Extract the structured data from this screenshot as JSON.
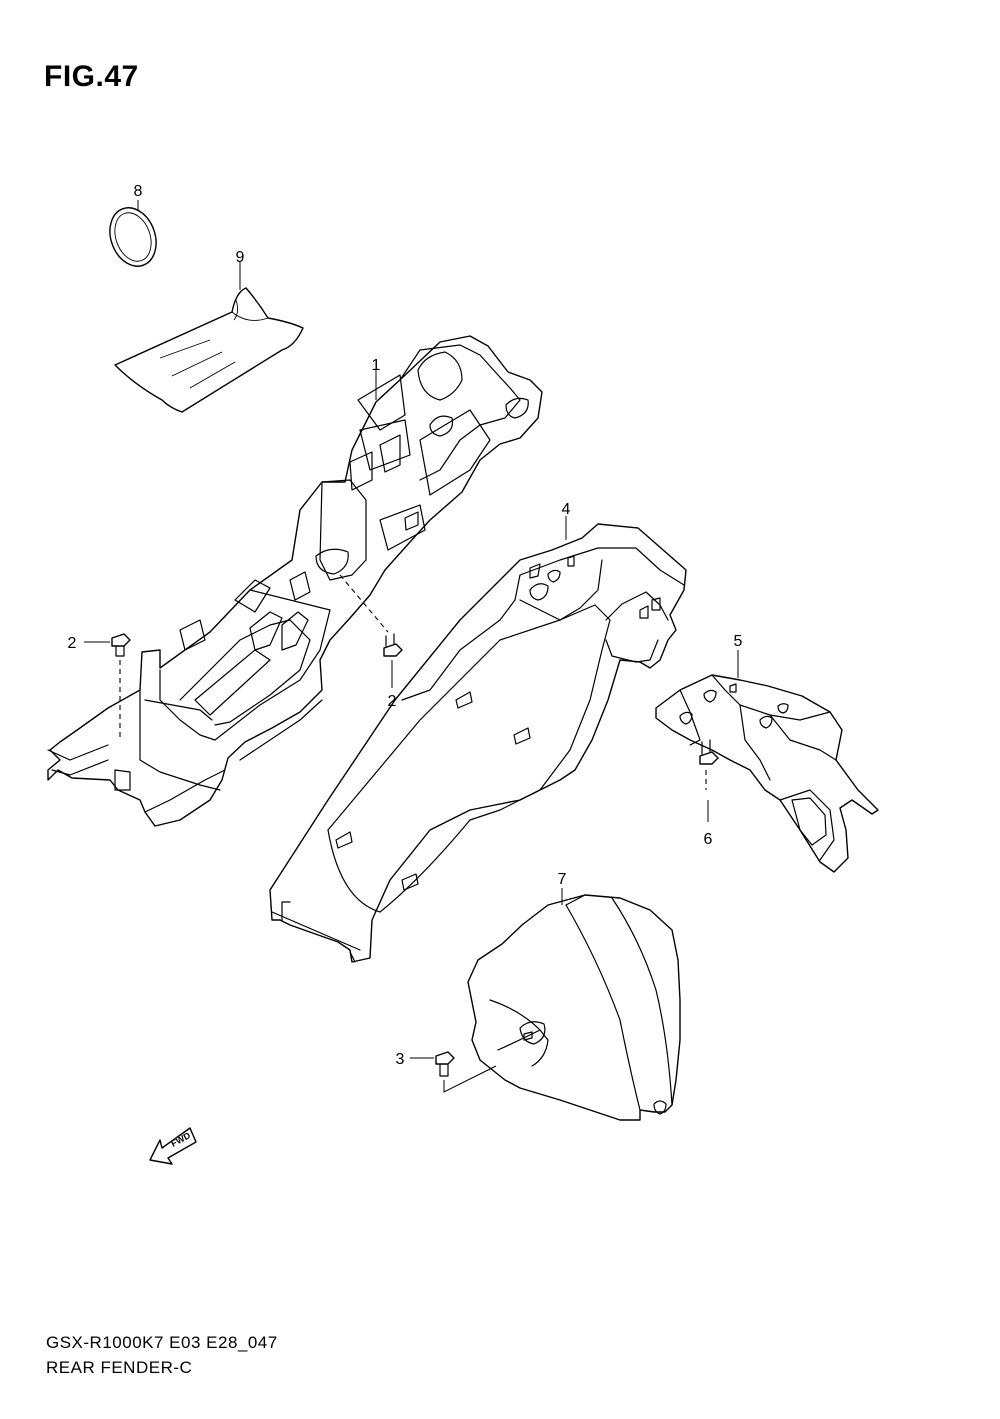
{
  "figure": {
    "title": "FIG.47",
    "model_code": "GSX-R1000K7 E03 E28_047",
    "section_name": "REAR FENDER-C"
  },
  "callouts": [
    {
      "id": "part-1",
      "label": "1"
    },
    {
      "id": "part-2-left",
      "label": "2"
    },
    {
      "id": "part-2-center",
      "label": "2"
    },
    {
      "id": "part-3",
      "label": "3"
    },
    {
      "id": "part-4",
      "label": "4"
    },
    {
      "id": "part-5",
      "label": "5"
    },
    {
      "id": "part-6",
      "label": "6"
    },
    {
      "id": "part-7",
      "label": "7"
    },
    {
      "id": "part-8",
      "label": "8"
    },
    {
      "id": "part-9",
      "label": "9"
    }
  ],
  "direction_marker": {
    "label": "FWD",
    "icon": "fwd-arrow-icon"
  }
}
